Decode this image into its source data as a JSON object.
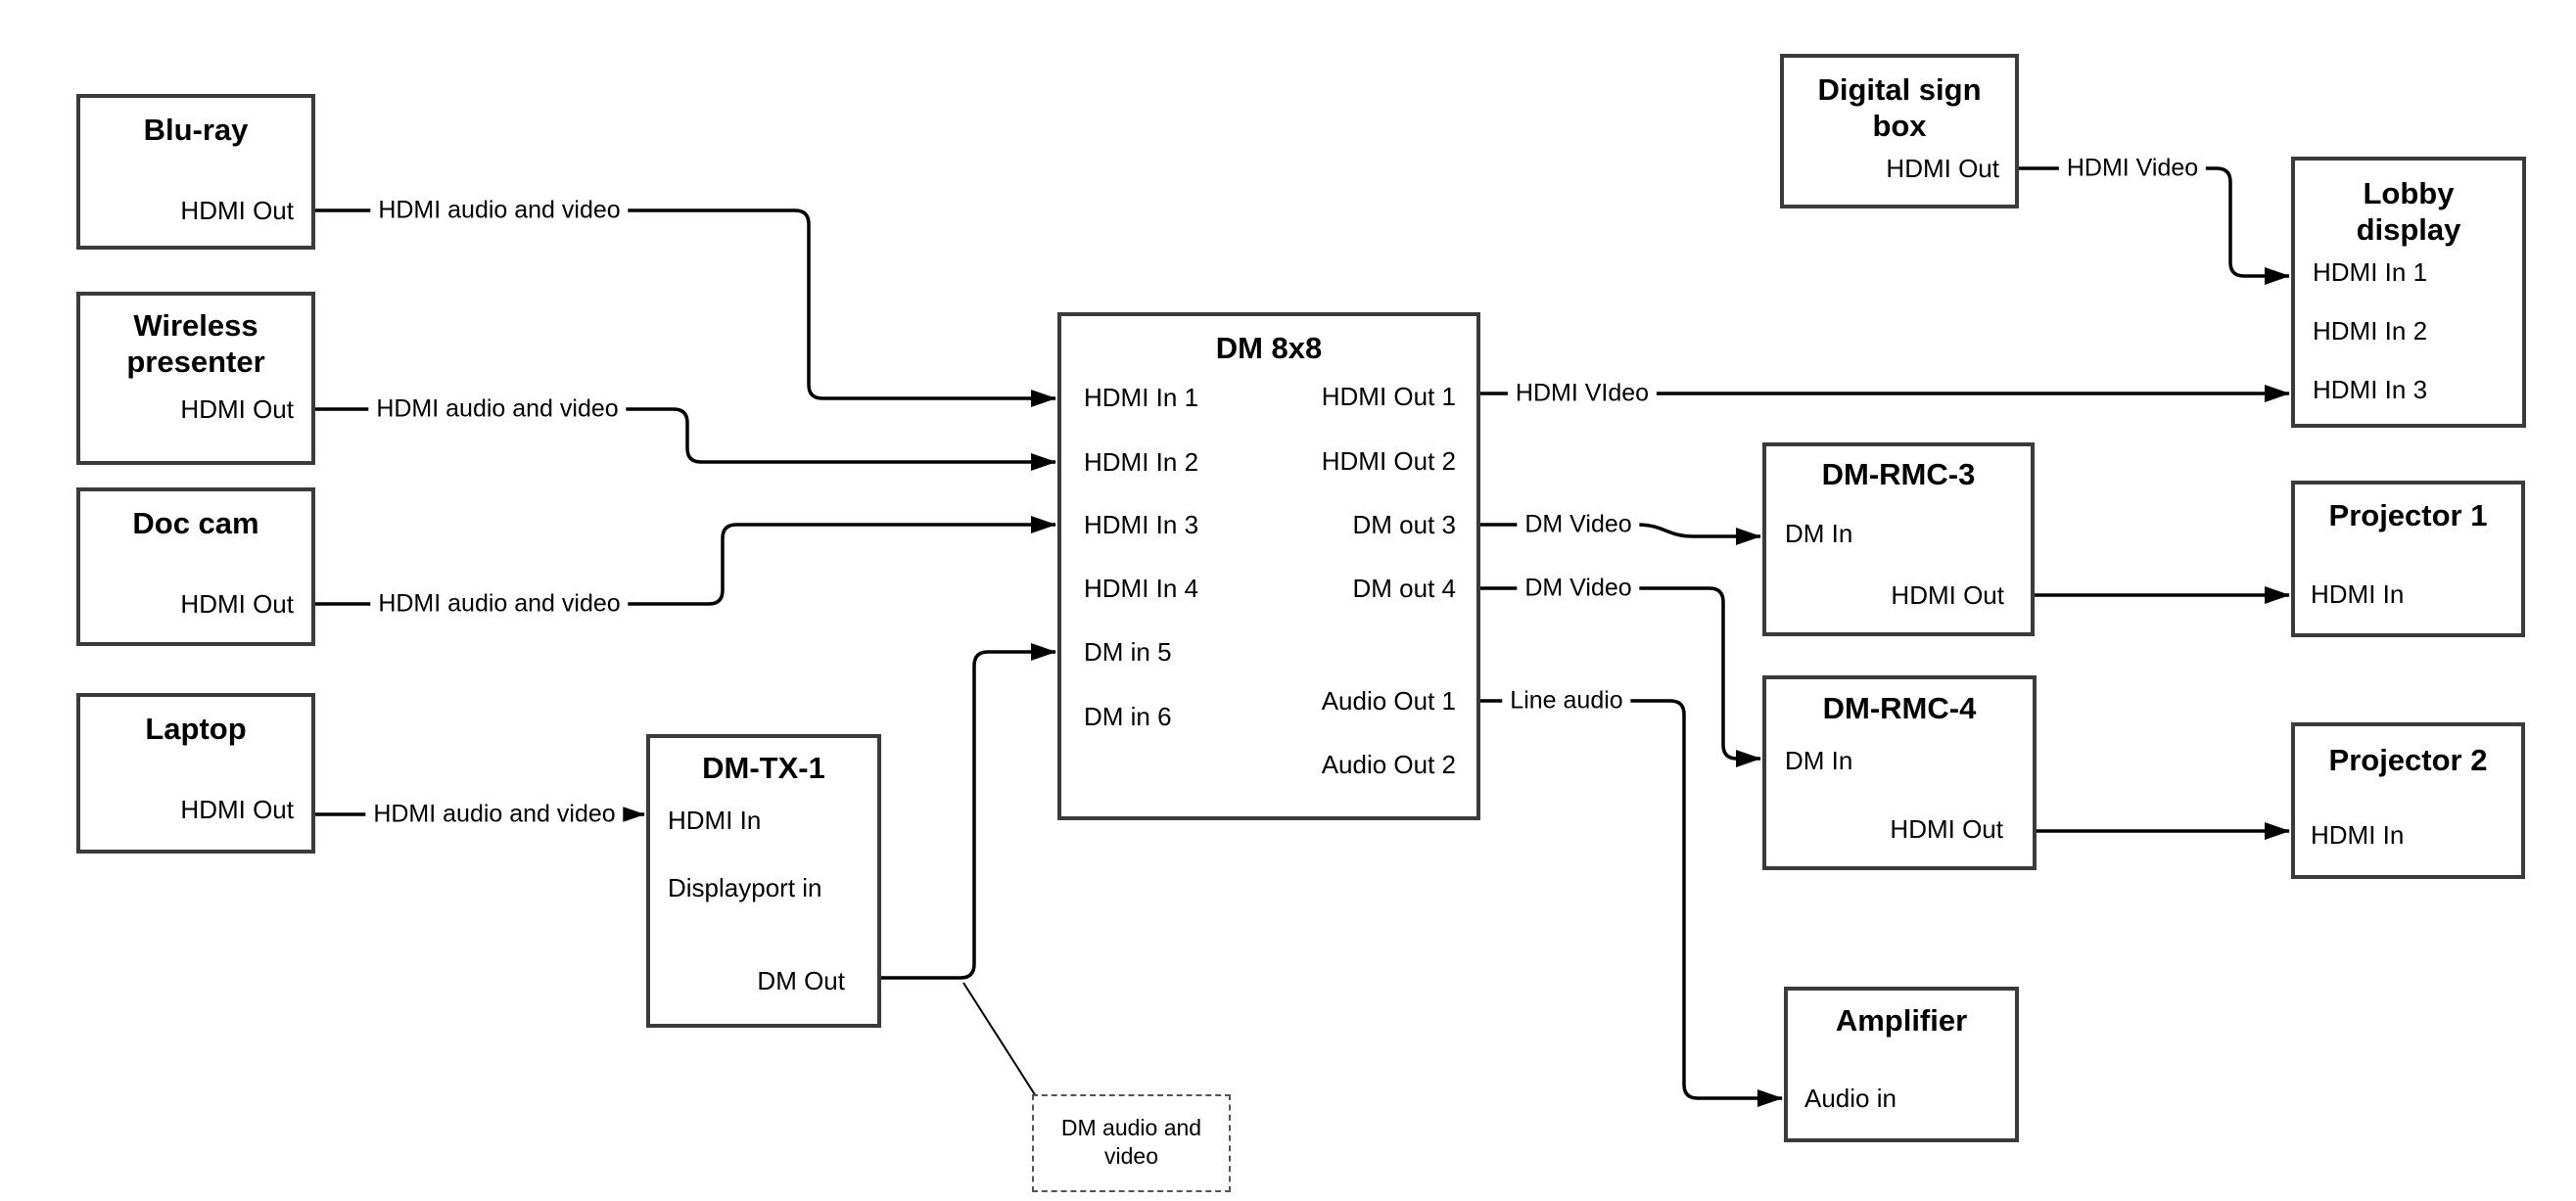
{
  "nodes": {
    "bluray": {
      "title1": "Blu-ray",
      "port_out": "HDMI Out"
    },
    "wireless": {
      "title1": "Wireless",
      "title2": "presenter",
      "port_out": "HDMI Out"
    },
    "doccam": {
      "title1": "Doc cam",
      "port_out": "HDMI Out"
    },
    "laptop": {
      "title1": "Laptop",
      "port_out": "HDMI Out"
    },
    "dmtx1": {
      "title1": "DM-TX-1",
      "port_hdmi_in": "HDMI In",
      "port_dp_in": "Displayport in",
      "port_dm_out": "DM Out"
    },
    "dm8x8": {
      "title1": "DM 8x8",
      "in1": "HDMI In 1",
      "in2": "HDMI In 2",
      "in3": "HDMI In 3",
      "in4": "HDMI In 4",
      "in5": "DM in 5",
      "in6": "DM in 6",
      "out1": "HDMI Out 1",
      "out2": "HDMI Out 2",
      "out3": "DM out 3",
      "out4": "DM out 4",
      "aout1": "Audio Out 1",
      "aout2": "Audio Out 2"
    },
    "digitalsign": {
      "title1": "Digital sign",
      "title2": "box",
      "port_out": "HDMI Out"
    },
    "lobby": {
      "title1": "Lobby",
      "title2": "display",
      "in1": "HDMI In 1",
      "in2": "HDMI In 2",
      "in3": "HDMI In 3"
    },
    "dmrmc3": {
      "title1": "DM-RMC-3",
      "port_in": "DM In",
      "port_out": "HDMI Out"
    },
    "dmrmc4": {
      "title1": "DM-RMC-4",
      "port_in": "DM In",
      "port_out": "HDMI Out"
    },
    "proj1": {
      "title1": "Projector 1",
      "port_in": "HDMI In"
    },
    "proj2": {
      "title1": "Projector 2",
      "port_in": "HDMI In"
    },
    "amp": {
      "title1": "Amplifier",
      "port_in": "Audio in"
    }
  },
  "links": {
    "bluray_link": "HDMI audio and video",
    "wireless_link": "HDMI audio and video",
    "doccam_link": "HDMI audio and video",
    "laptop_link": "HDMI audio and video",
    "out1_link": "HDMI VIdeo",
    "out3_link": "DM Video",
    "out4_link": "DM Video",
    "audio_link": "Line audio",
    "sign_link": "HDMI Video"
  },
  "note": {
    "line1": "DM audio and",
    "line2": "video"
  },
  "colors": {
    "background": "#ffffff",
    "box_border": "#3b3b3b",
    "line": "#000000",
    "text": "#000000"
  }
}
